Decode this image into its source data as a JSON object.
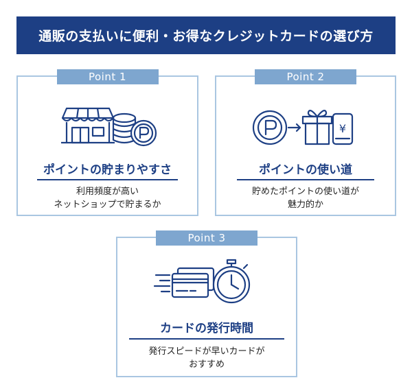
{
  "header": {
    "title": "通販の支払いに便利・お得なクレジットカードの選び方"
  },
  "points": [
    {
      "label": "Point 1",
      "icon": "shop-coins-icon",
      "title": "ポイントの貯まりやすさ",
      "desc_lines": [
        "利用頻度が高い",
        "ネットショップで貯まるか"
      ]
    },
    {
      "label": "Point 2",
      "icon": "point-gift-icon",
      "title": "ポイントの使い道",
      "desc_lines": [
        "貯めたポイントの使い道が",
        "魅力的か"
      ]
    },
    {
      "label": "Point 3",
      "icon": "card-stopwatch-icon",
      "title": "カードの発行時間",
      "desc_lines": [
        "発行スピードが早いカードが",
        "おすすめ"
      ]
    }
  ],
  "colors": {
    "navy": "#1d3f84",
    "tab_blue": "#7ea6cf",
    "border_blue": "#a9c6e1"
  }
}
